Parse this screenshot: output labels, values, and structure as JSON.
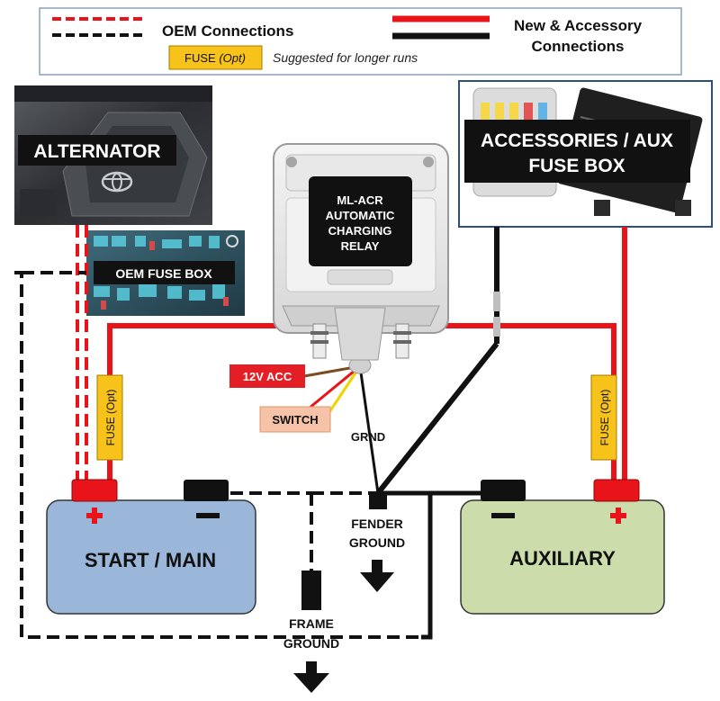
{
  "legend": {
    "oem_label": "OEM Connections",
    "new_label_line1": "New & Accessory",
    "new_label_line2": "Connections",
    "fuse_tag": "FUSE",
    "fuse_opt": "(Opt)",
    "fuse_note": "Suggested for longer runs"
  },
  "components": {
    "alternator": "ALTERNATOR",
    "oem_fuse_box": "OEM FUSE BOX",
    "acr_line1": "ML-ACR",
    "acr_line2": "AUTOMATIC",
    "acr_line3": "CHARGING",
    "acr_line4": "RELAY",
    "accessories_line1": "ACCESSORIES / AUX",
    "accessories_line2": "FUSE BOX",
    "acc_12v": "12V ACC",
    "switch": "SWITCH",
    "grnd": "GRND",
    "fuse_left": "FUSE (Opt)",
    "fuse_right": "FUSE (Opt)",
    "start_battery": "START / MAIN",
    "aux_battery": "AUXILIARY",
    "fender_ground_line1": "FENDER",
    "fender_ground_line2": "GROUND",
    "frame_ground_line1": "FRAME",
    "frame_ground_line2": "GROUND"
  },
  "colors": {
    "wire_red": "#e8141a",
    "wire_black": "#111111",
    "fuse_fill": "#f7c21a",
    "start_battery_fill": "#9ab6d8",
    "aux_battery_fill": "#ccdcaa",
    "acc_12v_fill": "#e31e24",
    "switch_fill": "#f7c3a8"
  }
}
